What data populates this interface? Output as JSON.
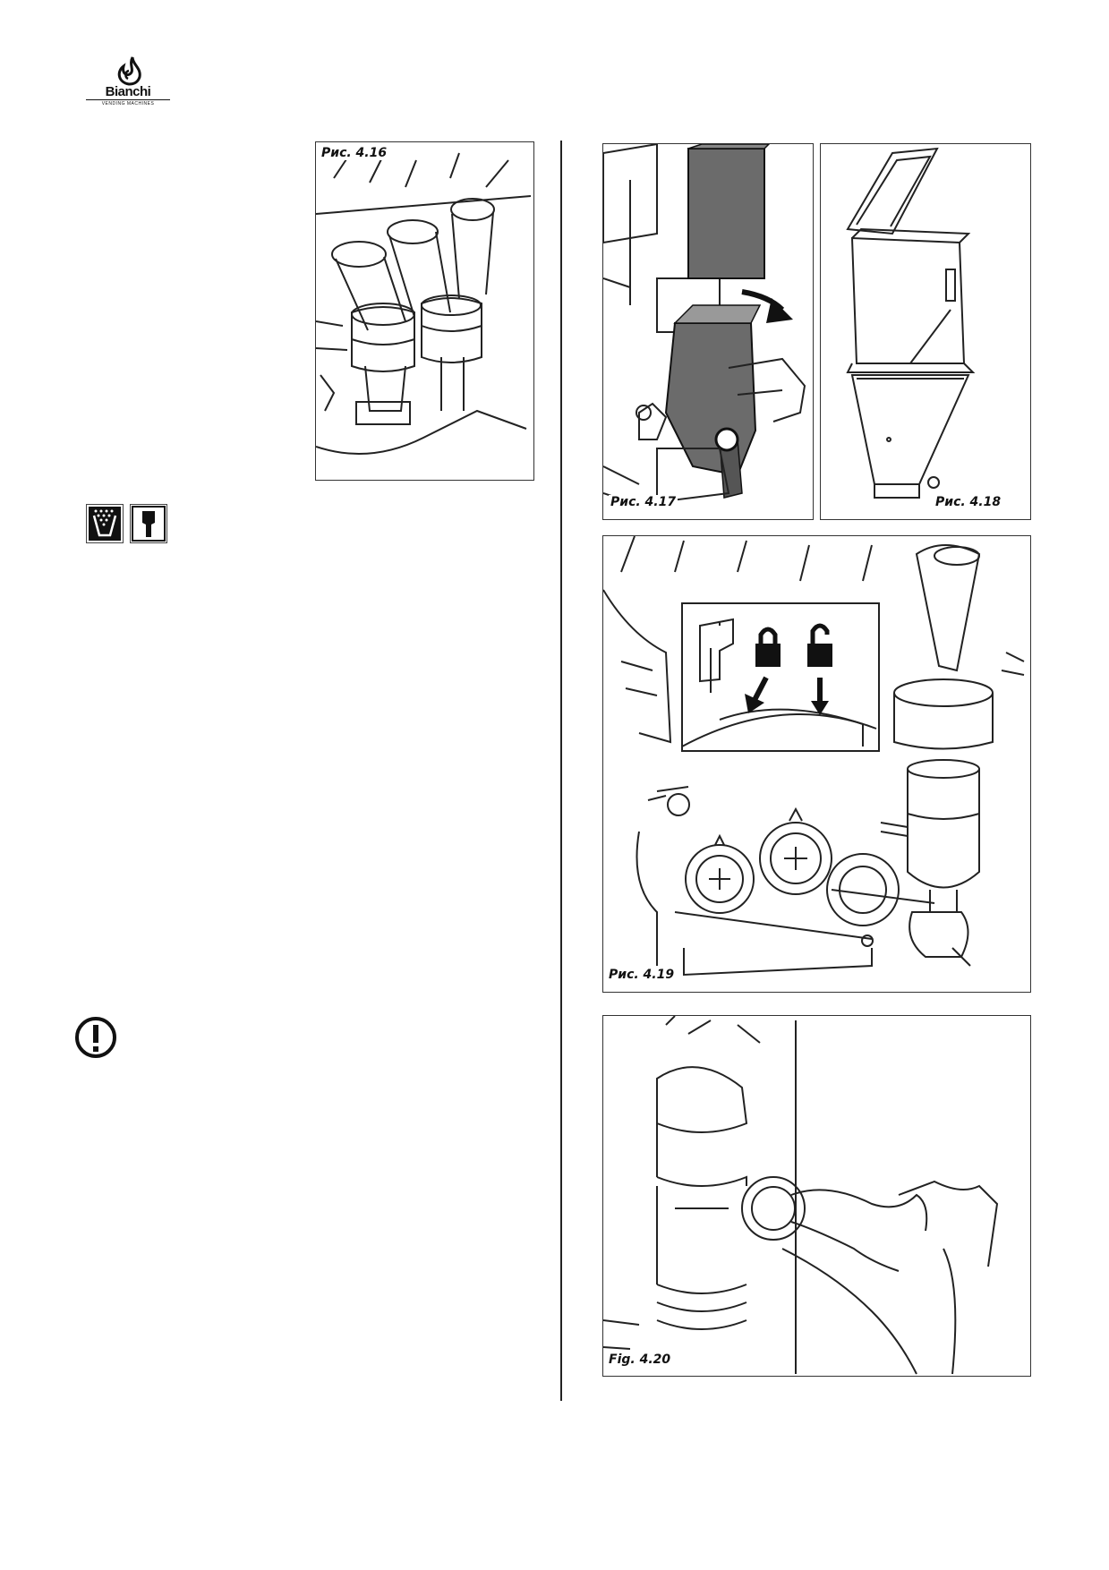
{
  "header": {
    "brand": "Bianchi",
    "brand_sub": "VENDING MACHINES"
  },
  "figures": {
    "fig_4_16": {
      "caption": "Рис. 4.16"
    },
    "fig_4_17": {
      "caption": "Рис. 4.17"
    },
    "fig_4_18": {
      "caption": "Рис. 4.18"
    },
    "fig_4_19": {
      "caption": "Рис. 4.19"
    },
    "fig_4_20": {
      "caption": "Fig.  4.20"
    }
  },
  "icons": {
    "wash": "dishwasher-icon",
    "tool": "key-tool-icon",
    "warning": "warning-exclamation-icon",
    "lock_closed": "lock-closed-icon",
    "lock_open": "lock-open-icon"
  }
}
